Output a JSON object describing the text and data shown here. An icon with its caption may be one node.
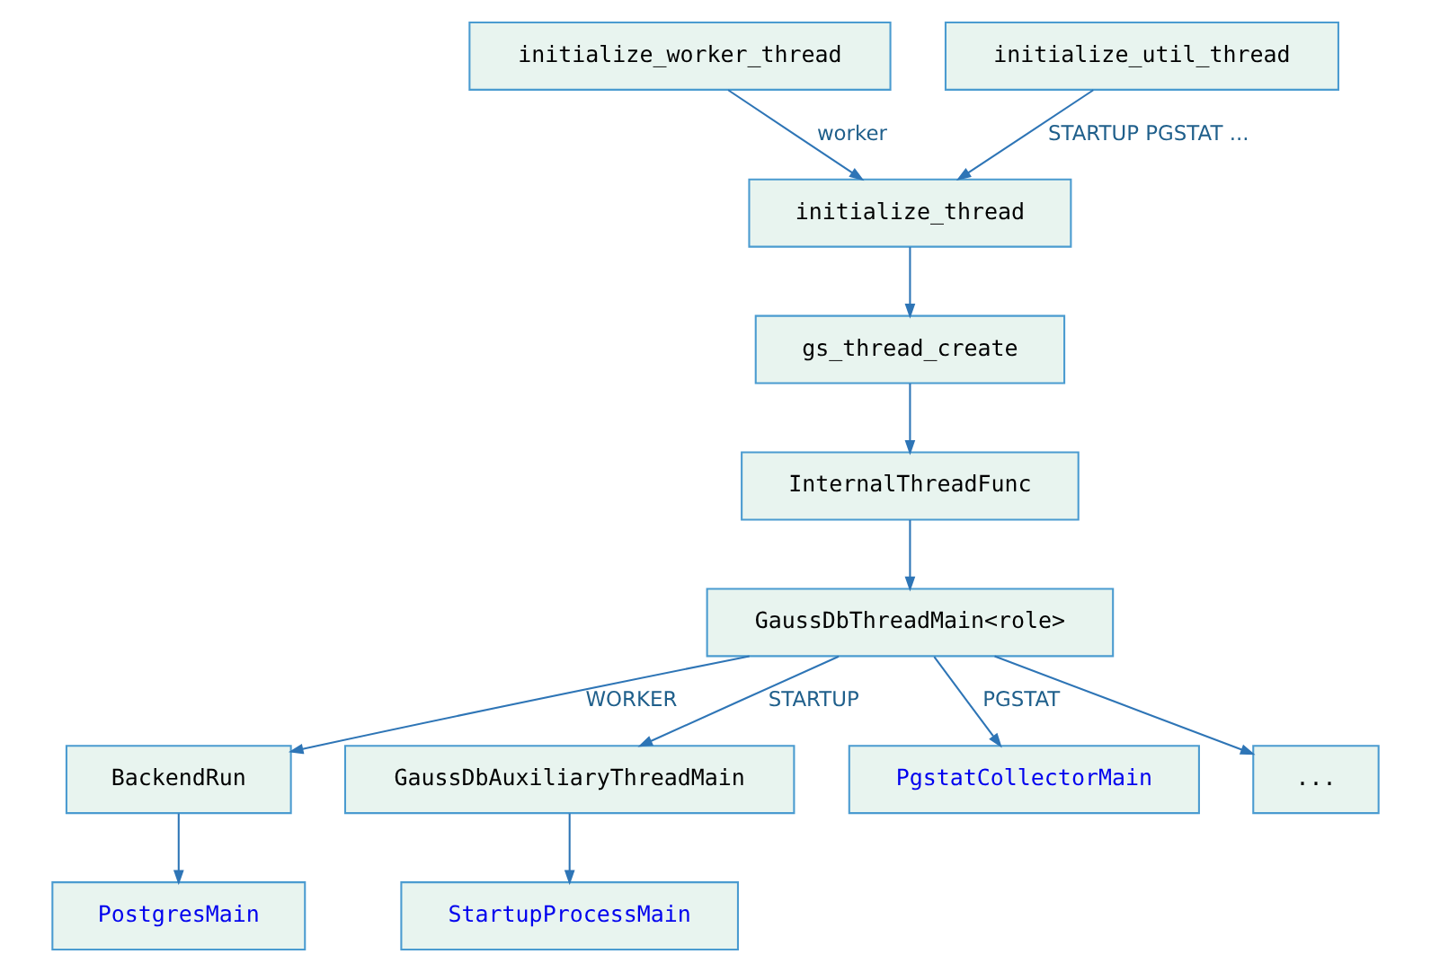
{
  "diagram": {
    "nodes": [
      {
        "text": [
          "initialize_worker_thread"
        ]
      },
      {
        "text": [
          "initialize_util_thread"
        ]
      },
      {
        "text": [
          "initialize_thread"
        ]
      },
      {
        "text": [
          "gs_thread_create"
        ]
      },
      {
        "text": [
          "InternalThreadFunc"
        ]
      },
      {
        "text": [
          "GaussDbThreadMain<role>"
        ]
      },
      {
        "text": [
          "BackendRun"
        ]
      },
      {
        "text": [
          "GaussDbAuxiliaryThreadMain"
        ]
      },
      {
        "text": [
          "PgstatCollectorMain"
        ]
      },
      {
        "text": [
          "..."
        ]
      },
      {
        "text": [
          "PostgresMain"
        ]
      },
      {
        "text": [
          "StartupProcessMain"
        ]
      }
    ],
    "edges": [
      {
        "from": 0,
        "to": 2,
        "arrow": "to",
        "label": "worker"
      },
      {
        "from": 1,
        "to": 2,
        "arrow": "to",
        "label": "STARTUP PGSTAT ..."
      },
      {
        "from": 2,
        "to": 3,
        "arrow": "to"
      },
      {
        "from": 3,
        "to": 4,
        "arrow": "to"
      },
      {
        "from": 4,
        "to": 5,
        "arrow": "to"
      },
      {
        "from": 5,
        "to": 6,
        "arrow": "to",
        "label": "WORKER"
      },
      {
        "from": 5,
        "to": 7,
        "arrow": "to",
        "label": "STARTUP"
      },
      {
        "from": 5,
        "to": 8,
        "arrow": "to",
        "label": "PGSTAT"
      },
      {
        "from": 5,
        "to": 9,
        "arrow": "to"
      },
      {
        "from": 6,
        "to": 10,
        "arrow": "to"
      },
      {
        "from": 7,
        "to": 11,
        "arrow": "to"
      }
    ]
  }
}
